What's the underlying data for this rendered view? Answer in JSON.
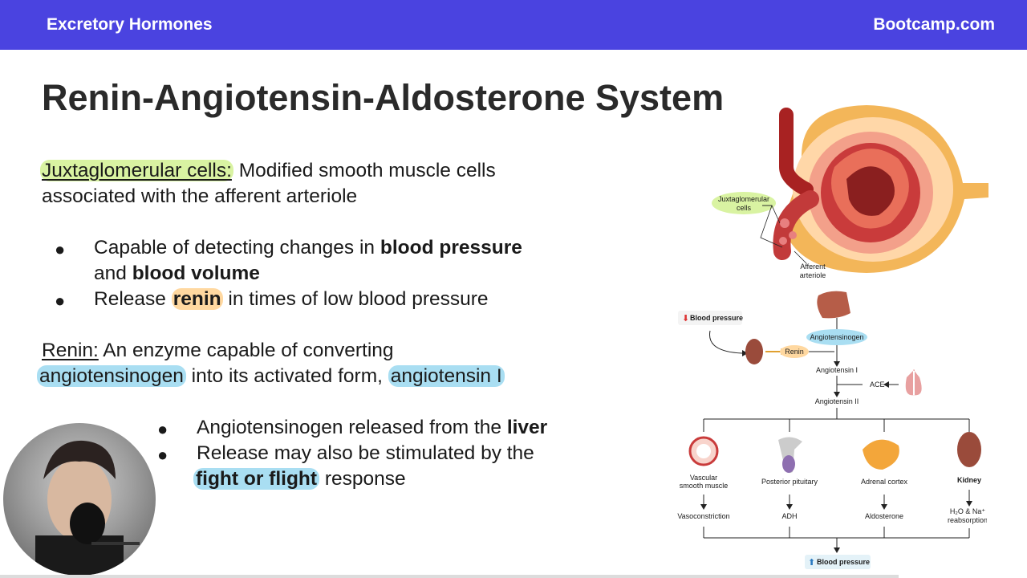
{
  "header": {
    "left": "Excretory Hormones",
    "right": "Bootcamp.com"
  },
  "slide": {
    "title": "Renin-Angiotensin-Aldosterone System",
    "jg": {
      "term": "Juxtaglomerular cells:",
      "def1": " Modified smooth muscle cells",
      "def2": "associated with the afferent arteriole",
      "b1_pre": "Capable of detecting changes in ",
      "b1_bold1": "blood pressure",
      "b1_and": "and ",
      "b1_bold2": "blood volume",
      "b2_pre": "Release ",
      "b2_bold": "renin",
      "b2_post": " in times of low blood pressure"
    },
    "renin": {
      "term": "Renin:",
      "def1": " An enzyme capable of converting",
      "hl1": "angiotensinogen",
      "def2": " into its activated form, ",
      "hl2": "angiotensin I",
      "b1_pre": "Angiotensinogen released from the ",
      "b1_bold": "liver",
      "b2": "Release may also be stimulated by the",
      "b3_bold": "fight or flight",
      "b3_post": " response"
    },
    "bullet_char": "●"
  },
  "diagram": {
    "kidney_labels": {
      "jg": "Juxtaglomerular cells",
      "jg1": "Juxtaglomerular",
      "jg2": "cells",
      "aff1": "Afferent",
      "aff2": "arteriole"
    },
    "flow": {
      "bp_down": "Blood pressure",
      "angiotensinogen": "Angiotensinogen",
      "renin": "Renin",
      "ang1": "Angiotensin I",
      "ace": "ACE",
      "ang2": "Angiotensin II",
      "targets": [
        {
          "organ": "Vascular smooth muscle",
          "organ1": "Vascular",
          "organ2": "smooth muscle",
          "effect": "Vasoconstriction"
        },
        {
          "organ": "Posterior pituitary",
          "effect": "ADH"
        },
        {
          "organ": "Adrenal cortex",
          "effect": "Aldosterone"
        },
        {
          "organ": "Kidney",
          "effect1": "H₂O & Na⁺",
          "effect2": "reabsorption"
        }
      ],
      "bp_up": "Blood pressure"
    },
    "colors": {
      "green_hl": "#d9f3a2",
      "blue_hl": "#a9def2",
      "orange_hl": "#ffd8a0",
      "header": "#4a43e0"
    }
  }
}
